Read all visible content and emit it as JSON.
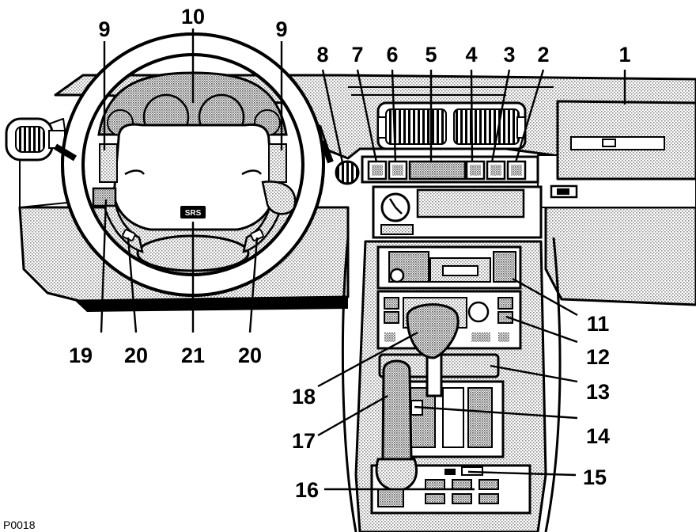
{
  "figure_id": "P0018",
  "srs_label": "SRS",
  "callouts": [
    "1",
    "2",
    "3",
    "4",
    "5",
    "6",
    "7",
    "8",
    "9",
    "9",
    "10",
    "11",
    "12",
    "13",
    "14",
    "15",
    "16",
    "17",
    "18",
    "19",
    "20",
    "20",
    "21"
  ],
  "colors": {
    "ink": "#000000",
    "paper": "#ffffff",
    "stipple": "#9a9a9a"
  }
}
